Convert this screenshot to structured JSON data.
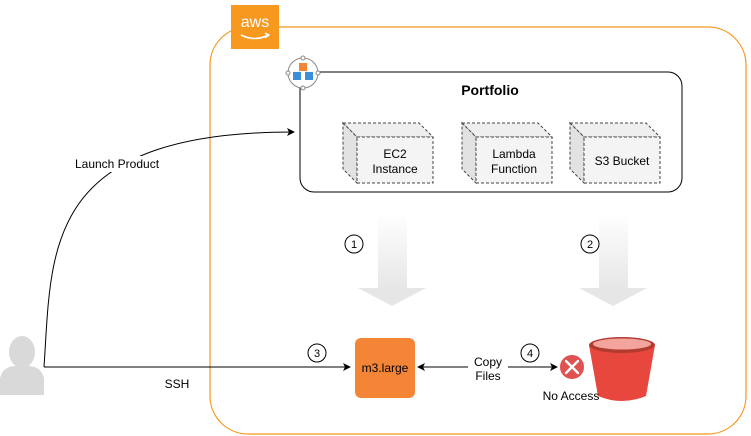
{
  "aws_logo": {
    "text": "aws",
    "color": "#F7981F"
  },
  "portfolio": {
    "title": "Portfolio"
  },
  "products": [
    {
      "line1": "EC2",
      "line2": "Instance"
    },
    {
      "line1": "Lambda",
      "line2": "Function"
    },
    {
      "line1": "S3 Bucket",
      "line2": ""
    }
  ],
  "steps": {
    "s1": "1",
    "s2": "2",
    "s3": "3",
    "s4": "4"
  },
  "edges": {
    "launch": "Launch Product",
    "ssh": "SSH",
    "copy_line1": "Copy",
    "copy_line2": "Files"
  },
  "ec2_instance": {
    "label": "m3.large",
    "color": "#F58536"
  },
  "s3_bucket": {
    "no_access": "No Access",
    "color": "#E7473C"
  },
  "colors": {
    "aws_border": "#F7981F",
    "flow_arrow": "#EEEEEE",
    "deny_icon": "#E05252",
    "user_icon": "#D9D9D9"
  }
}
